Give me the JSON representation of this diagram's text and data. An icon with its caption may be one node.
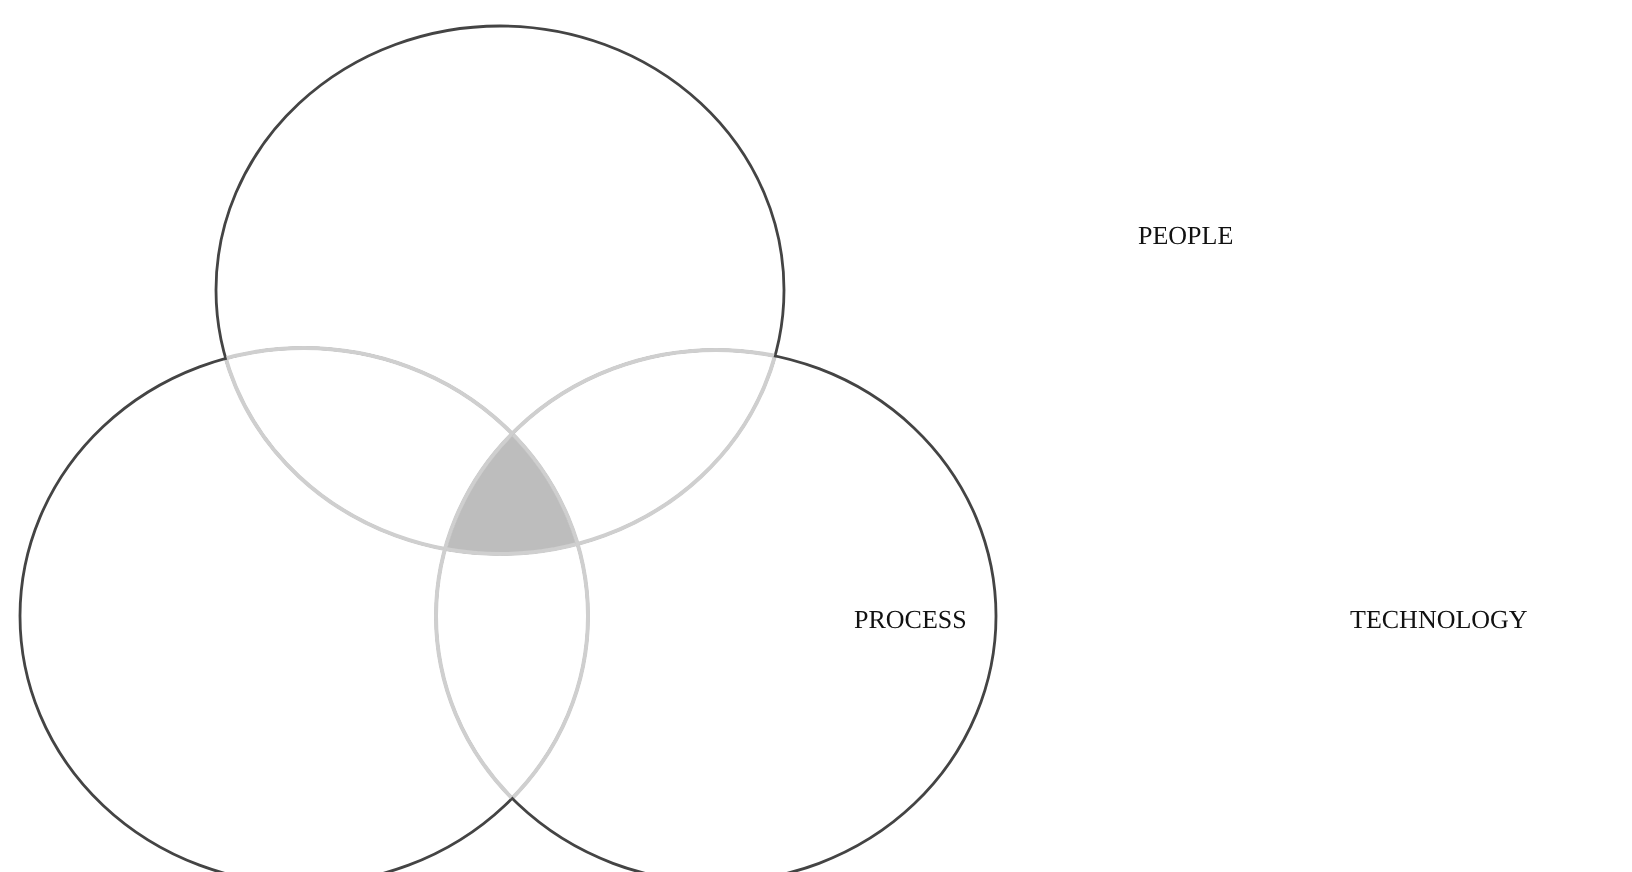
{
  "diagram": {
    "nodes": [
      {
        "text": [],
        "shape": "circle"
      },
      {
        "text": [],
        "shape": "circle"
      },
      {
        "text": [],
        "shape": "circle"
      }
    ],
    "labels": [
      "PEOPLE",
      "PROCESS",
      "TECHNOLOGY"
    ]
  }
}
